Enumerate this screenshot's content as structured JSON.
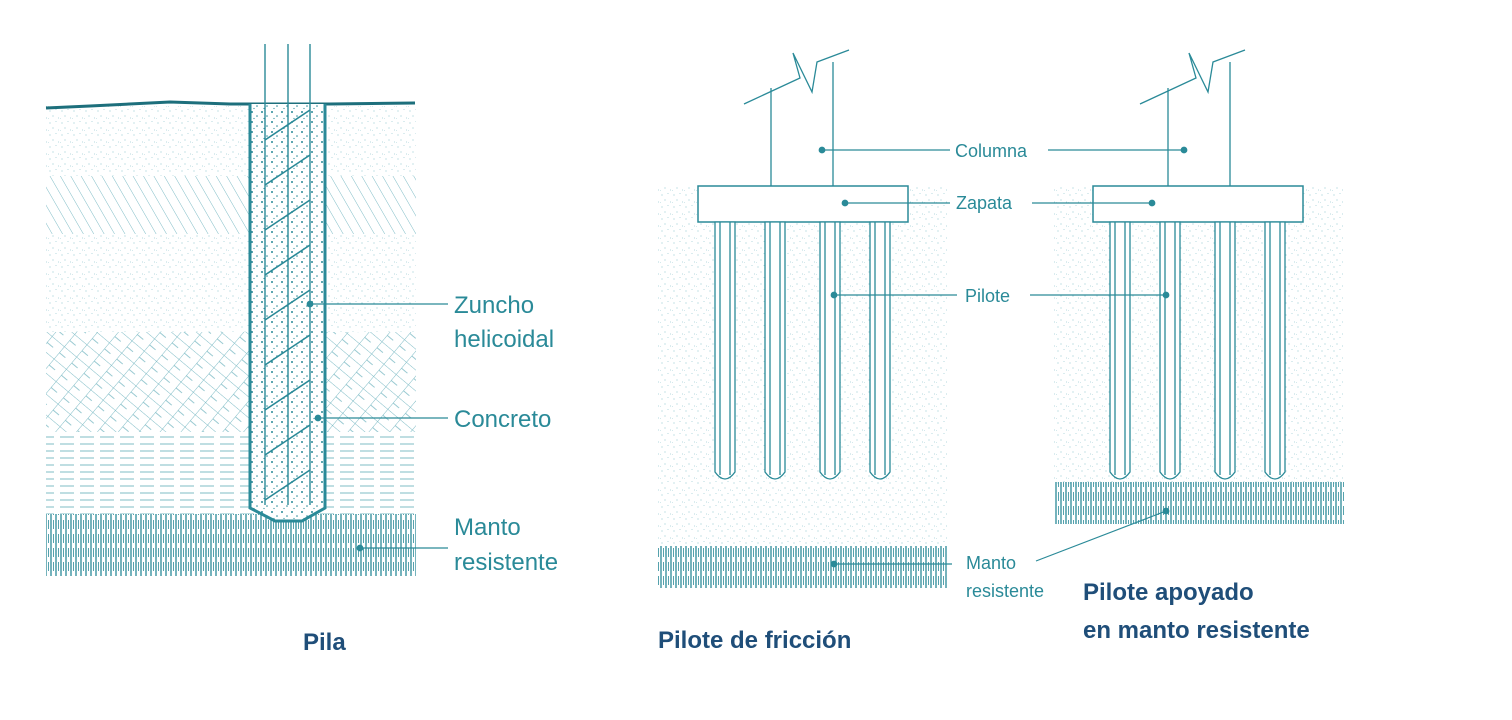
{
  "colors": {
    "stroke": "#2a8a98",
    "stipple": "#9dcdd4",
    "label": "#2a8a98",
    "caption": "#1f4e79"
  },
  "pila": {
    "labels": {
      "zuncho_line1": "Zuncho",
      "zuncho_line2": "helicoidal",
      "concreto": "Concreto",
      "manto_line1": "Manto",
      "manto_line2": "resistente"
    },
    "caption": "Pila"
  },
  "pilotes": {
    "labels": {
      "columna": "Columna",
      "zapata": "Zapata",
      "pilote": "Pilote",
      "manto_line1": "Manto",
      "manto_line2": "resistente"
    },
    "caption_friccion": "Pilote de fricción",
    "caption_apoyado_line1": "Pilote apoyado",
    "caption_apoyado_line2": "en manto resistente"
  }
}
